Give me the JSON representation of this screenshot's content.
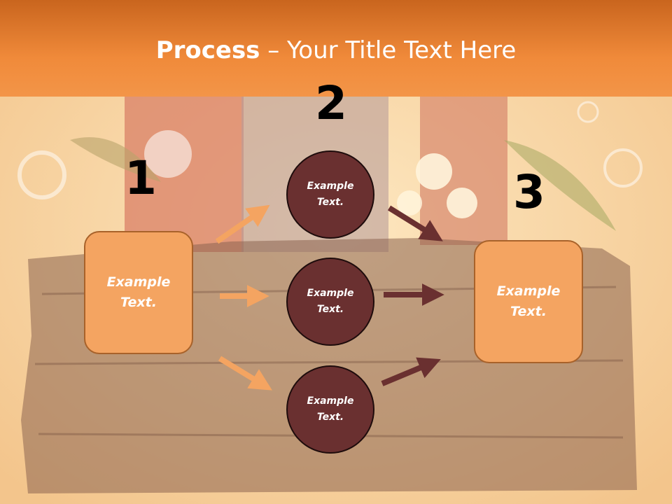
{
  "title": {
    "bold": "Process",
    "rest": " – Your Title Text Here"
  },
  "steps": {
    "one": "1",
    "two": "2",
    "three": "3"
  },
  "left_box": {
    "text": "Example\nText."
  },
  "right_box": {
    "text": "Example\nText."
  },
  "circles": [
    {
      "text": "Example\nText."
    },
    {
      "text": "Example\nText."
    },
    {
      "text": "Example\nText."
    }
  ],
  "colors": {
    "header": "#f08a3a",
    "box_fill": "#f4a461",
    "circle_fill": "#6a3030",
    "arrow_light": "#f4a461",
    "arrow_dark": "#6a3030"
  }
}
